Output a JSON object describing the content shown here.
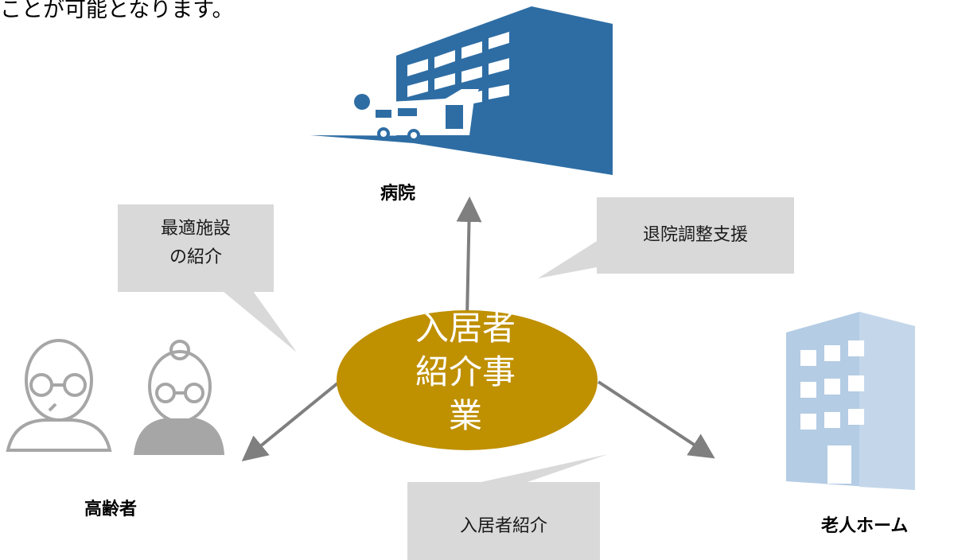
{
  "intro_text": "ことが可能となります。",
  "nodes": {
    "hospital": "病院",
    "elderly": "高齢者",
    "nursing_home": "老人ホーム"
  },
  "center": {
    "label_line1": "入居者",
    "label_line2": "紹介事",
    "label_line3": "業"
  },
  "bubbles": {
    "facility_intro_line1": "最適施設",
    "facility_intro_line2": "の紹介",
    "discharge_support": "退院調整支援",
    "resident_intro": "入居者紹介"
  },
  "colors": {
    "center_fill": "#bf9000",
    "hospital_blue": "#2e6da4",
    "home_blue": "#b4cce4",
    "bubble_fill": "#d9d9d9",
    "arrow": "#7f7f7f",
    "person_gray": "#a6a6a6"
  }
}
